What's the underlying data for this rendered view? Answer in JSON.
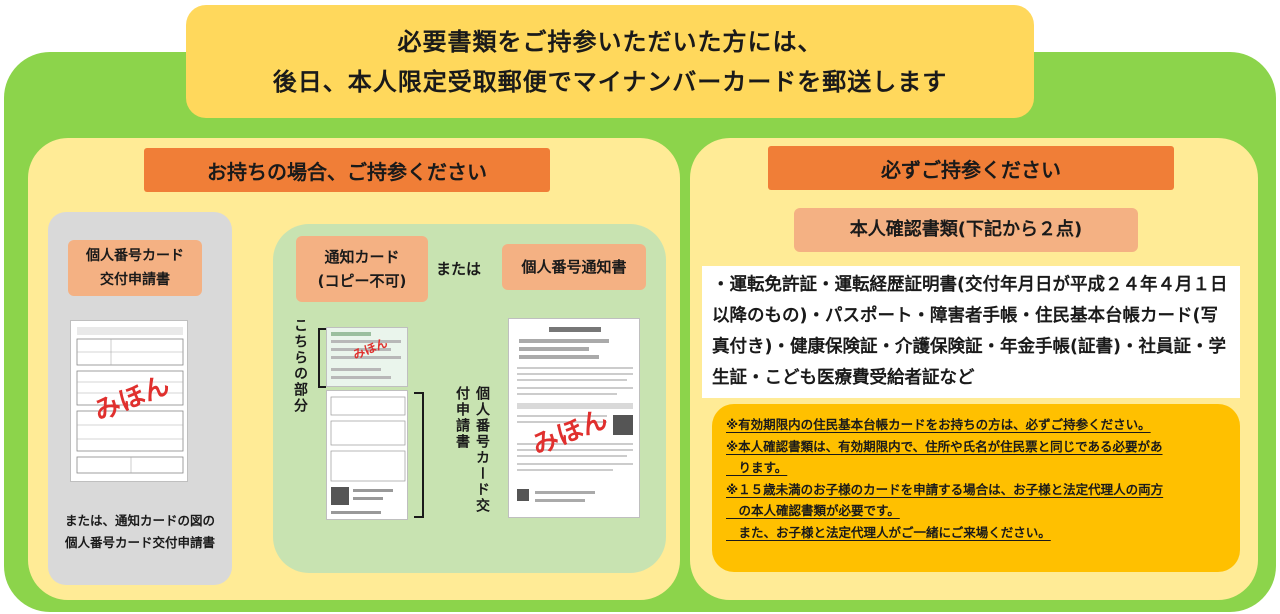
{
  "banner": {
    "line1": "必要書類をご持参いただいた方には、",
    "line2": "後日、本人限定受取郵便でマイナンバーカードを郵送します"
  },
  "left": {
    "header": "お持ちの場合、ご持参ください",
    "application": {
      "label_line1": "個人番号カード",
      "label_line2": "交付申請書",
      "stamp": "みほん",
      "caption_line1": "または、通知カードの図の",
      "caption_line2": "個人番号カード交付申請書"
    },
    "notification": {
      "card_label_line1": "通知カード",
      "card_label_line2": "(コピー不可)",
      "or_text": "または",
      "notice_label": "個人番号通知書",
      "this_part": "こちらの部分",
      "app_form_vertical": "個人番号カード交付申請書",
      "card_stamp": "みほん",
      "notice_stamp": "みほん"
    }
  },
  "right": {
    "header": "必ずご持参ください",
    "subheader": "本人確認書類(下記から２点)",
    "id_text": "・運転免許証・運転経歴証明書(交付年月日が平成２４年４月１日以降のもの)・パスポート・障害者手帳・住民基本台帳カード(写真付き)・健康保険証・介護保険証・年金手帳(証書)・社員証・学生証・こども医療費受給者証など",
    "notes": [
      "※有効期限内の住民基本台帳カードをお持ちの方は、必ずご持参ください。",
      "※本人確認書類は、有効期限内で、住所や氏名が住民票と同じである必要があ",
      "　ります。",
      "※１５歳未満のお子様のカードを申請する場合は、お子様と法定代理人の両方",
      "　の本人確認書類が必要です。",
      "　また、お子様と法定代理人がご一緒にご来場ください。"
    ]
  },
  "colors": {
    "outer_green": "#8cd44b",
    "panel_yellow": "#ffeb96",
    "header_orange": "#f07e37",
    "label_salmon": "#f4b183",
    "note_gold": "#ffc000",
    "banner_yellow": "#ffd85c",
    "stamp_red": "#e0302e"
  }
}
